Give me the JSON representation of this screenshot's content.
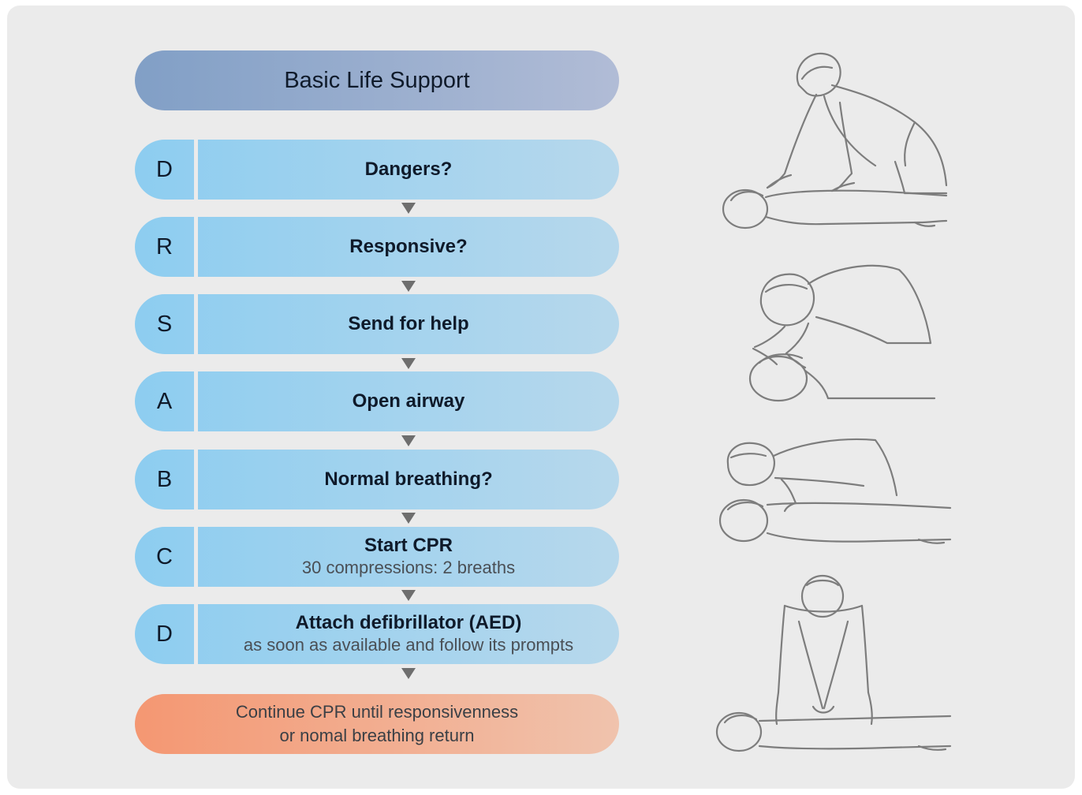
{
  "title": "Basic Life Support",
  "steps": [
    {
      "letter": "D",
      "label": "Dangers?",
      "sub": ""
    },
    {
      "letter": "R",
      "label": "Responsive?",
      "sub": ""
    },
    {
      "letter": "S",
      "label": "Send for help",
      "sub": ""
    },
    {
      "letter": "A",
      "label": "Open airway",
      "sub": ""
    },
    {
      "letter": "B",
      "label": "Normal breathing?",
      "sub": ""
    },
    {
      "letter": "C",
      "label": "Start CPR",
      "sub": "30 compressions: 2 breaths"
    },
    {
      "letter": "D",
      "label": "Attach defibrillator (AED)",
      "sub": "as soon as available and follow its prompts"
    }
  ],
  "final": {
    "line1": "Continue CPR until responsivenness",
    "line2": "or nomal breathing return"
  },
  "colors": {
    "step_fill_start": "#8dcdf0",
    "step_fill_end": "#b7d8ec",
    "title_fill_start": "#819fc6",
    "final_fill_start": "#f49772",
    "arrow": "#6e6e6e",
    "illustration_stroke": "#7d7d7d"
  },
  "illustrations": [
    "checking-danger-icon",
    "opening-airway-icon",
    "checking-breathing-icon",
    "chest-compression-icon"
  ]
}
